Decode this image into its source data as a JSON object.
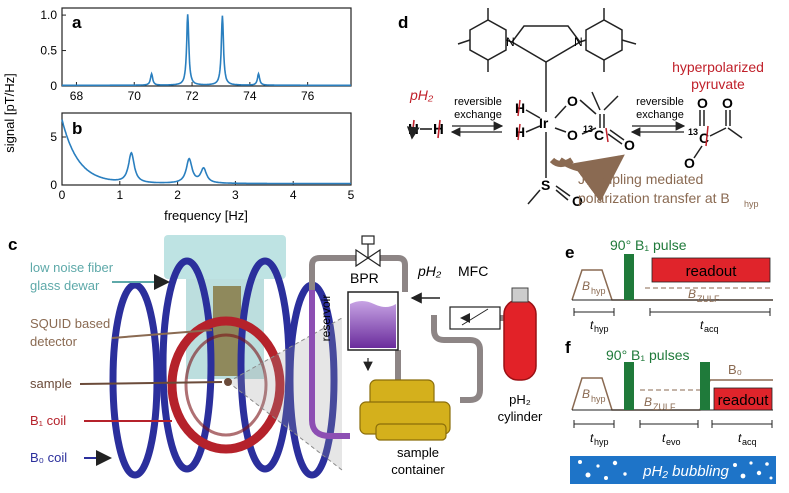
{
  "panels": {
    "a": {
      "label": "a",
      "xticks": [
        "68",
        "70",
        "72",
        "74",
        "76"
      ],
      "yticks": [
        "0",
        "0.5",
        "1.0"
      ]
    },
    "b": {
      "label": "b",
      "xticks": [
        "0",
        "1",
        "2",
        "3",
        "4",
        "5"
      ],
      "yticks": [
        "0",
        "5"
      ]
    },
    "c": {
      "label": "c"
    },
    "d": {
      "label": "d"
    },
    "e": {
      "label": "e"
    },
    "f": {
      "label": "f"
    }
  },
  "axes": {
    "ylabel": "signal [pT/Hz]",
    "xlabel": "frequency [Hz]"
  },
  "chart_data": [
    {
      "type": "line",
      "label": "a",
      "xlim": [
        67.5,
        77.5
      ],
      "ylim": [
        0,
        1.1
      ],
      "peaks": [
        {
          "x": 70.6,
          "y": 0.16
        },
        {
          "x": 71.85,
          "y": 1.0
        },
        {
          "x": 73.05,
          "y": 0.98
        },
        {
          "x": 74.3,
          "y": 0.16
        }
      ]
    },
    {
      "type": "line",
      "label": "b",
      "xlim": [
        0,
        5
      ],
      "ylim": [
        0,
        7.5
      ],
      "start_value": 7,
      "peaks": [
        {
          "x": 1.2,
          "y": 3.1
        },
        {
          "x": 2.2,
          "y": 2.5
        },
        {
          "x": 2.45,
          "y": 1.5
        }
      ]
    }
  ],
  "panel_c": {
    "labels": {
      "dewar": [
        "low noise fiber",
        "glass dewar"
      ],
      "squid": [
        "SQUID based",
        "detector"
      ],
      "sample": "sample",
      "b1": "B₁ coil",
      "b0": "B₀ coil"
    },
    "gas": {
      "bpr": "BPR",
      "ph2": "pH₂",
      "mfc": "MFC",
      "reservoir": "reservoir",
      "cylinder": [
        "pH₂",
        "cylinder"
      ],
      "container": [
        "sample",
        "container"
      ]
    }
  },
  "panel_d": {
    "ph2": "pH₂",
    "exchange_left": [
      "reversible",
      "exchange"
    ],
    "exchange_right": [
      "reversible",
      "exchange"
    ],
    "hyper": [
      "hyperpolarized",
      "pyruvate"
    ],
    "jcoupling": [
      "J-coupling mediated",
      "polarization transfer at B"
    ],
    "jcoupling_sub": "hyp",
    "atoms": {
      "ir": "Ir",
      "h": "H",
      "o": "O",
      "s": "S",
      "c13": "13",
      "c": "C",
      "n": "N"
    }
  },
  "panel_e": {
    "pulse": "90° B₁ pulse",
    "readout": "readout",
    "bhyp": "B",
    "bhyp_sub": "hyp",
    "bzulf": "B",
    "bzulf_sub": "ZULF",
    "thyp": "t",
    "thyp_sub": "hyp",
    "tacq": "t",
    "tacq_sub": "acq"
  },
  "panel_f": {
    "pulse": "90° B₁ pulses",
    "b0": "B₀",
    "readout": "readout",
    "bhyp": "B",
    "bhyp_sub": "hyp",
    "bzulf": "B",
    "bzulf_sub": "ZULF",
    "thyp": "t",
    "thyp_sub": "hyp",
    "tevo": "t",
    "tevo_sub": "evo",
    "tacq": "t",
    "tacq_sub": "acq",
    "bubbling": "pH₂ bubbling"
  },
  "colors": {
    "trace": "#2a7fbf",
    "b0coil": "#2b2f9c",
    "b1coil": "#b5222b",
    "red_text": "#c0202a",
    "brown": "#8a6a52",
    "green": "#1f7a3a",
    "readout": "#e0242b",
    "bubble": "#1e74c8",
    "dewar": "#7fc7c7",
    "reservoir": "#8a4fb8",
    "container": "#d4b01c",
    "tube": "#8d8585"
  }
}
